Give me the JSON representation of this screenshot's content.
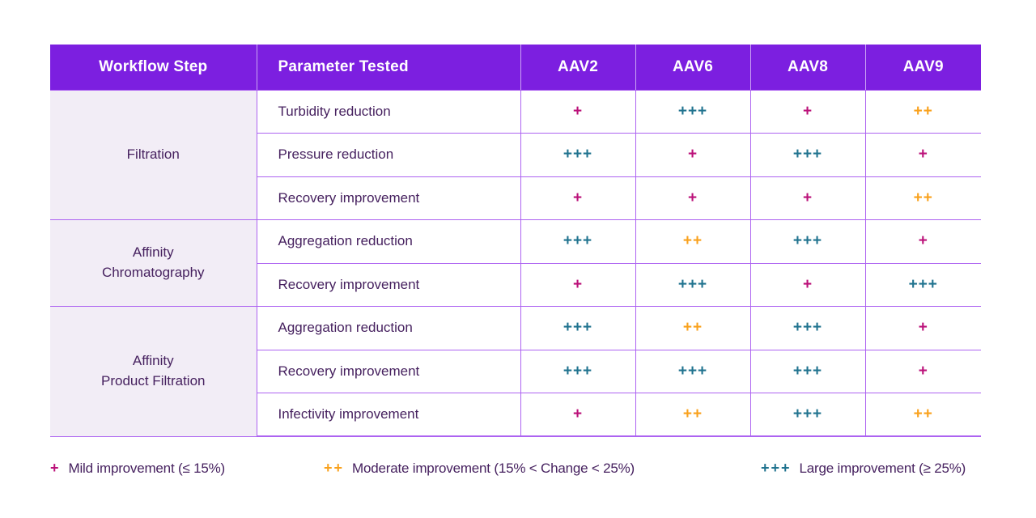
{
  "colors": {
    "page_bg": "#ffffff",
    "header_bg": "#7c1fe0",
    "header_text": "#ffffff",
    "grid": "#ad63f1",
    "grid_header": "#cba4f4",
    "group_bg": "#f2edf6",
    "text_dark": "#46215f",
    "mild": "#bb1179",
    "moderate": "#f9a11c",
    "large": "#20738f"
  },
  "chart_data": {
    "type": "table",
    "columns": [
      "Workflow Step",
      "Parameter Tested",
      "AAV2",
      "AAV6",
      "AAV8",
      "AAV9"
    ],
    "groups": [
      {
        "step": "Filtration",
        "rows": [
          {
            "parameter": "Turbidity reduction",
            "values": [
              "+",
              "+++",
              "+",
              "++"
            ]
          },
          {
            "parameter": "Pressure reduction",
            "values": [
              "+++",
              "+",
              "+++",
              "+"
            ]
          },
          {
            "parameter": "Recovery improvement",
            "values": [
              "+",
              "+",
              "+",
              "++"
            ]
          }
        ]
      },
      {
        "step": "Affinity\nChromatography",
        "rows": [
          {
            "parameter": "Aggregation reduction",
            "values": [
              "+++",
              "++",
              "+++",
              "+"
            ]
          },
          {
            "parameter": "Recovery improvement",
            "values": [
              "+",
              "+++",
              "+",
              "+++"
            ]
          }
        ]
      },
      {
        "step": "Affinity\nProduct Filtration",
        "rows": [
          {
            "parameter": "Aggregation reduction",
            "values": [
              "+++",
              "++",
              "+++",
              "+"
            ]
          },
          {
            "parameter": "Recovery improvement",
            "values": [
              "+++",
              "+++",
              "+++",
              "+"
            ]
          },
          {
            "parameter": "Infectivity improvement",
            "values": [
              "+",
              "++",
              "+++",
              "++"
            ]
          }
        ]
      }
    ],
    "legend": [
      {
        "symbol": "+",
        "level": "mild",
        "label": "Mild improvement (≤ 15%)"
      },
      {
        "symbol": "++",
        "level": "moderate",
        "label": "Moderate improvement (15% < Change < 25%)"
      },
      {
        "symbol": "+++",
        "level": "large",
        "label": "Large improvement (≥ 25%)"
      }
    ]
  }
}
